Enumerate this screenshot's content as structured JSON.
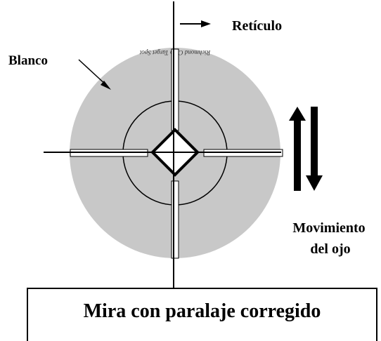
{
  "labels": {
    "target": "Blanco",
    "reticle": "Retículo",
    "eye_movement_line1": "Movimiento",
    "eye_movement_line2": "del ojo",
    "caption": "Mira con paralaje corregido",
    "target_print": "Richmond Carp Target Spot"
  },
  "colors": {
    "target_disc": "#c8c8c8",
    "ink": "#000000",
    "background": "#ffffff"
  },
  "icons": {
    "reticle_arrow": "arrow-right-icon",
    "eye_up_arrow": "arrow-up-icon",
    "eye_down_arrow": "arrow-down-icon"
  }
}
